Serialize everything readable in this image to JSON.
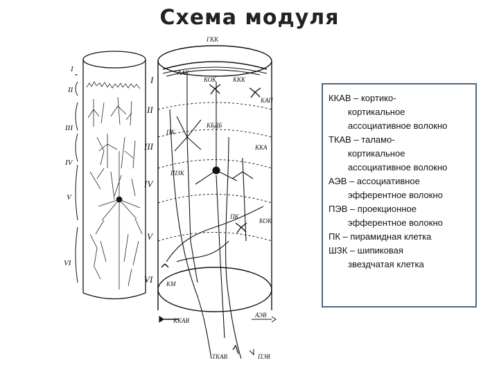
{
  "title": "Схема модуля",
  "diagram": {
    "left_column_layers": [
      "I",
      "II",
      "III",
      "IV",
      "V",
      "VI"
    ],
    "right_column_layers": [
      "I",
      "II",
      "III",
      "IV",
      "V",
      "VI"
    ],
    "labels": {
      "gkk": "ГКК",
      "aak": "ААК",
      "kok_top": "КОК",
      "kkk": "ККК",
      "kap": "КАП",
      "pk": "ПК",
      "kbdb": "КБДБ",
      "kka": "ККА",
      "shzk": "ШЗК",
      "pk_lower": "ПК",
      "kok_lower": "КОК",
      "km": "КМ",
      "kkav": "ККАВ",
      "aev": "АЭВ",
      "tkav": "ТКАВ",
      "pev": "ПЭВ"
    }
  },
  "legend": [
    {
      "lines": [
        "ККАВ – кортико-",
        "кортикальное",
        "ассоциативное волокно"
      ]
    },
    {
      "lines": [
        "ТКАВ – таламо-",
        "кортикальное",
        "ассоциативное волокно"
      ]
    },
    {
      "lines": [
        "АЭВ – ассоциативное",
        "эфферентное волокно"
      ]
    },
    {
      "lines": [
        "ПЭВ – проекционное",
        "эфферентное волокно"
      ]
    },
    {
      "lines": [
        "ПК – пирамидная клетка"
      ]
    },
    {
      "lines": [
        "ШЗК – шипиковая",
        "звездчатая клетка"
      ]
    }
  ]
}
